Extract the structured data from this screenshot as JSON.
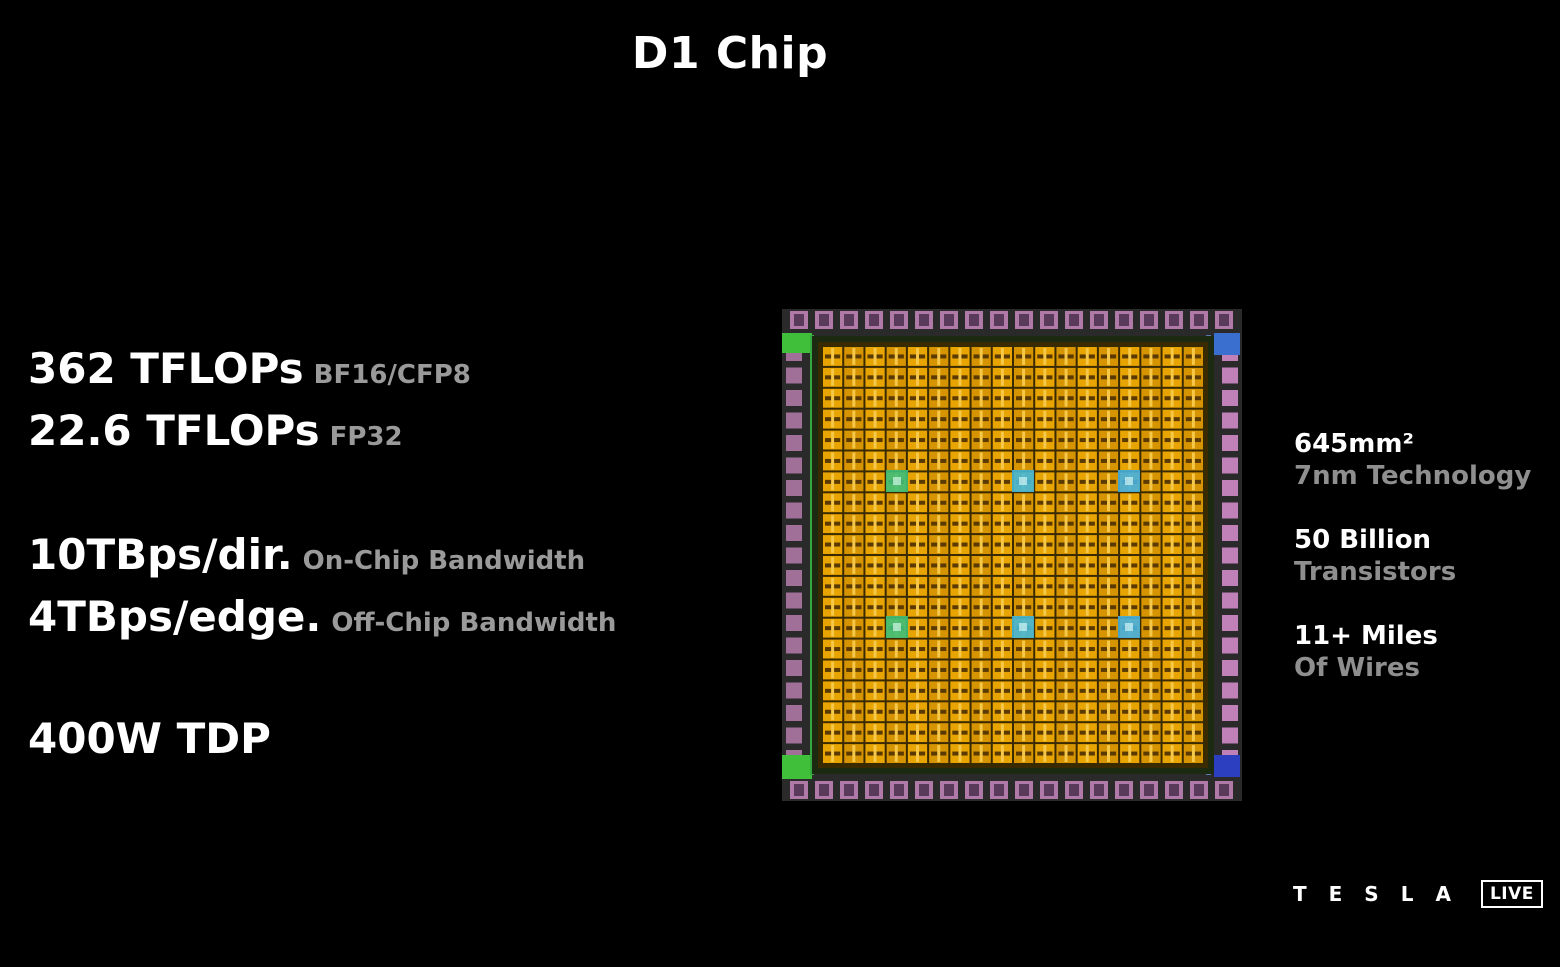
{
  "title": "D1 Chip",
  "specs": [
    {
      "value": "362 TFLOPs",
      "note": "BF16/CFP8"
    },
    {
      "value": "22.6 TFLOPs",
      "note": "FP32"
    },
    {
      "value": "10TBps/dir.",
      "note": "On-Chip Bandwidth"
    },
    {
      "value": "4TBps/edge.",
      "note": "Off-Chip Bandwidth"
    },
    {
      "value": "400W TDP",
      "note": ""
    }
  ],
  "facts": [
    {
      "line1": "645mm²",
      "line2": "7nm Technology"
    },
    {
      "line1": "50 Billion",
      "line2": "Transistors"
    },
    {
      "line1": "11+ Miles",
      "line2": "Of Wires"
    }
  ],
  "brand": {
    "wordmark": "TESLA",
    "live": "LIVE"
  },
  "colors": {
    "background": "#000000",
    "text": "#ffffff",
    "subtext": "#9a9a9a",
    "core": "#e0a000"
  }
}
